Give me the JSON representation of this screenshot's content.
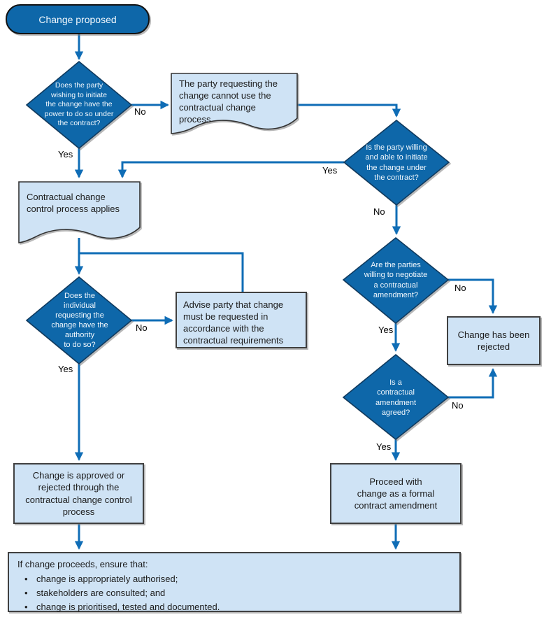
{
  "colors": {
    "shape_dark_blue": "#0e67a9",
    "shape_light_blue": "#cfe3f5",
    "arrow_blue": "#0f6db6",
    "pill_border": "#121212",
    "box_border": "#404040",
    "text_on_dark": "#f2f8fd",
    "text_on_light": "#1c1c1c"
  },
  "nodes": {
    "start": {
      "type": "terminator",
      "label": "Change proposed"
    },
    "power": {
      "type": "decision",
      "label": "Does the party\nwishing to initiate\nthe change have the\npower to do so under\nthe contract?"
    },
    "cannot_use": {
      "type": "document",
      "label": "The party requesting the\nchange cannot use the\ncontractual change\nprocess"
    },
    "willing": {
      "type": "decision",
      "label": "Is the party willing\nand able to initiate\nthe change under\nthe contract?"
    },
    "ccc_applies": {
      "type": "document",
      "label": "Contractual change\ncontrol process applies"
    },
    "authority": {
      "type": "decision",
      "label": "Does the\nindividual\nrequesting the\nchange have the\nauthority\nto do so?"
    },
    "advise": {
      "type": "process",
      "label": "Advise party that change\nmust be requested in\naccordance with the\ncontractual requirements"
    },
    "negotiate": {
      "type": "decision",
      "label": "Are the parties\nwilling to negotiate\na contractual\namendment?"
    },
    "rejected": {
      "type": "process",
      "label": "Change has been\nrejected"
    },
    "agreed": {
      "type": "decision",
      "label": "Is a\ncontractual\namendment\nagreed?"
    },
    "approved": {
      "type": "process",
      "label": "Change is approved or\nrejected through the\ncontractual change control\nprocess"
    },
    "proceed": {
      "type": "process",
      "label": "Proceed with\nchange as a formal\ncontract amendment"
    },
    "ensure": {
      "type": "process",
      "intro": "If change proceeds, ensure that:",
      "bullets": [
        "change is appropriately authorised;",
        "stakeholders are consulted; and",
        "change is prioritised, tested and documented."
      ]
    }
  },
  "edge_labels": {
    "power_no": "No",
    "power_yes": "Yes",
    "willing_yes": "Yes",
    "willing_no": "No",
    "authority_no": "No",
    "authority_yes": "Yes",
    "negotiate_no": "No",
    "negotiate_yes": "Yes",
    "agreed_no": "No",
    "agreed_yes": "Yes"
  }
}
